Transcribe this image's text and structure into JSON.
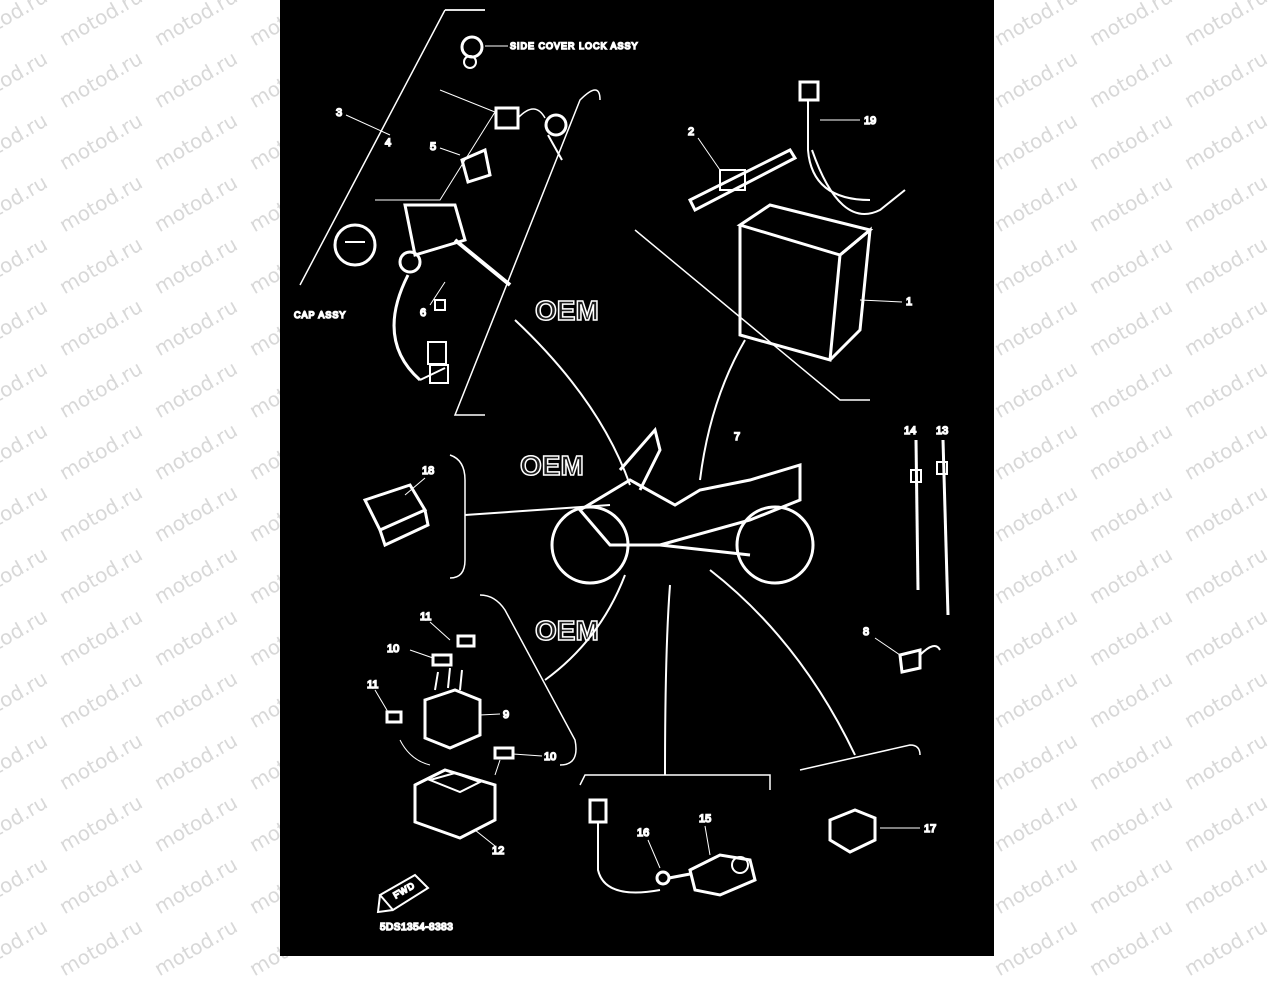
{
  "watermark": "motod.ru",
  "diagram": {
    "labels": {
      "side_cover": "SIDE COVER LOCK ASSY",
      "cap_assy": "CAP ASSY",
      "fwd": "FWD",
      "code": "5DS1354-8383"
    },
    "callouts": {
      "c1": "1",
      "c2": "2",
      "c3": "3",
      "c4": "4",
      "c5": "5",
      "c6": "6",
      "c7": "7",
      "c8": "8",
      "c9": "9",
      "c10a": "10",
      "c10b": "10",
      "c11a": "11",
      "c11b": "11",
      "c12": "12",
      "c13": "13",
      "c14": "14",
      "c15": "15",
      "c16": "16",
      "c17": "17",
      "c18": "18",
      "c19": "19"
    },
    "colors": {
      "background": "#000000",
      "ink": "#ffffff"
    }
  }
}
